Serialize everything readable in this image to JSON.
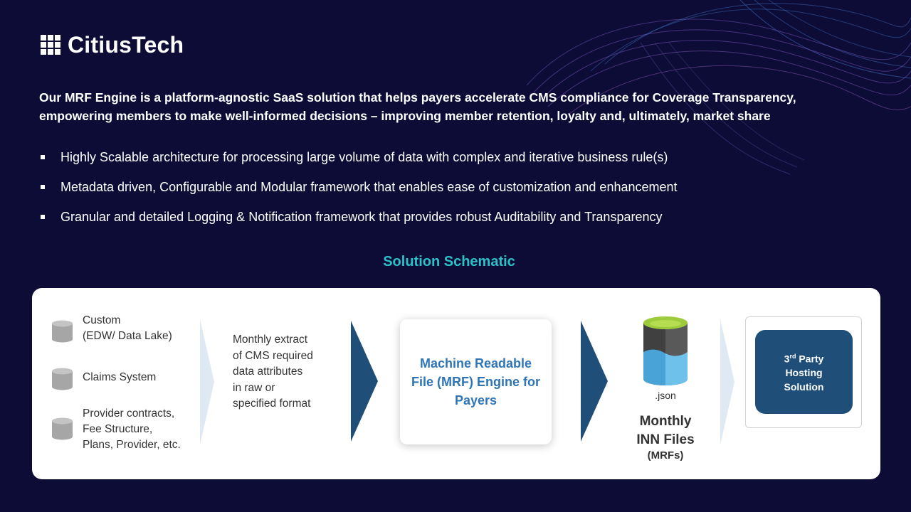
{
  "brand": {
    "name": "CitiusTech"
  },
  "intro": {
    "line1": "Our MRF Engine is a platform-agnostic SaaS solution that helps payers accelerate CMS compliance for Coverage Transparency,",
    "line2": "empowering members to make well-informed decisions – improving member retention, loyalty and, ultimately, market share"
  },
  "bullets": [
    "Highly Scalable architecture for processing large volume of data with complex and iterative business rule(s)",
    "Metadata driven, Configurable and Modular framework that enables ease of customization and enhancement",
    "Granular and detailed Logging & Notification framework that provides robust Auditability and Transparency"
  ],
  "schematic": {
    "title": "Solution Schematic",
    "sources": [
      {
        "line1": "Custom",
        "line2": "(EDW/ Data Lake)",
        "line3": ""
      },
      {
        "line1": "Claims System",
        "line2": "",
        "line3": ""
      },
      {
        "line1": "Provider contracts,",
        "line2": "Fee Structure,",
        "line3": "Plans, Provider, etc."
      }
    ],
    "extract": [
      "Monthly extract",
      "of CMS required",
      "data attributes",
      "in raw or",
      "specified format"
    ],
    "engine": [
      "Machine Readable",
      "File (MRF) Engine for",
      "Payers"
    ],
    "output": {
      "file_ext": ".json",
      "title_line1": "Monthly",
      "title_line2": "INN Files",
      "subtitle": "(MRFs)"
    },
    "hosting": {
      "line1_main": "3",
      "line1_sup": "rd",
      "line1_rest": " Party",
      "line2": "Hosting",
      "line3": "Solution"
    }
  },
  "colors": {
    "background": "#0c0c36",
    "accent_teal": "#2cc1c9",
    "engine_text": "#2e75b6",
    "chevron_dark": "#1f4e79",
    "chevron_light": "#dfe9f4",
    "hosting_box": "#1f4e79"
  },
  "icons": [
    "logo-grid-icon",
    "database-icon",
    "chevron-right-icon",
    "json-storage-icon"
  ]
}
